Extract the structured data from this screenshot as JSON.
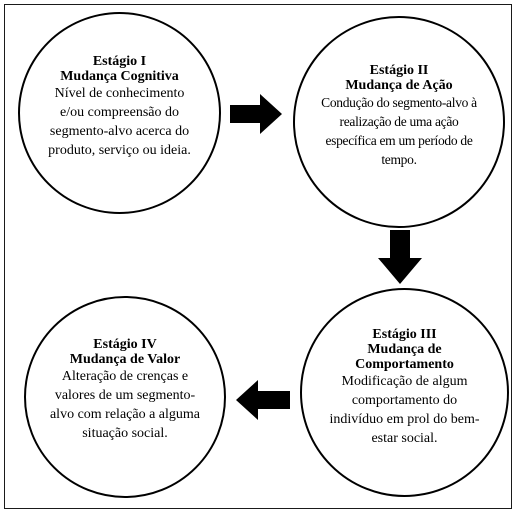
{
  "stages": [
    {
      "stage": "Estágio I",
      "name": "Mudança Cognitiva",
      "description": "Nível de conhecimento e/ou compreensão do segmento-alvo acerca do produto, serviço ou ideia."
    },
    {
      "stage": "Estágio II",
      "name": "Mudança de Ação",
      "description": "Condução do segmento-alvo à realização de uma ação específica em um período de tempo."
    },
    {
      "stage": "Estágio III",
      "name": "Mudança de Comportamento",
      "description": "Modificação de algum comportamento do indivíduo em prol do bem-estar social."
    },
    {
      "stage": "Estágio IV",
      "name": "Mudança de Valor",
      "description": "Alteração de crenças e valores de um segmento-alvo com relação a alguma situação social."
    }
  ],
  "colors": {
    "stroke": "#000000",
    "arrow": "#000000",
    "background": "#ffffff"
  }
}
